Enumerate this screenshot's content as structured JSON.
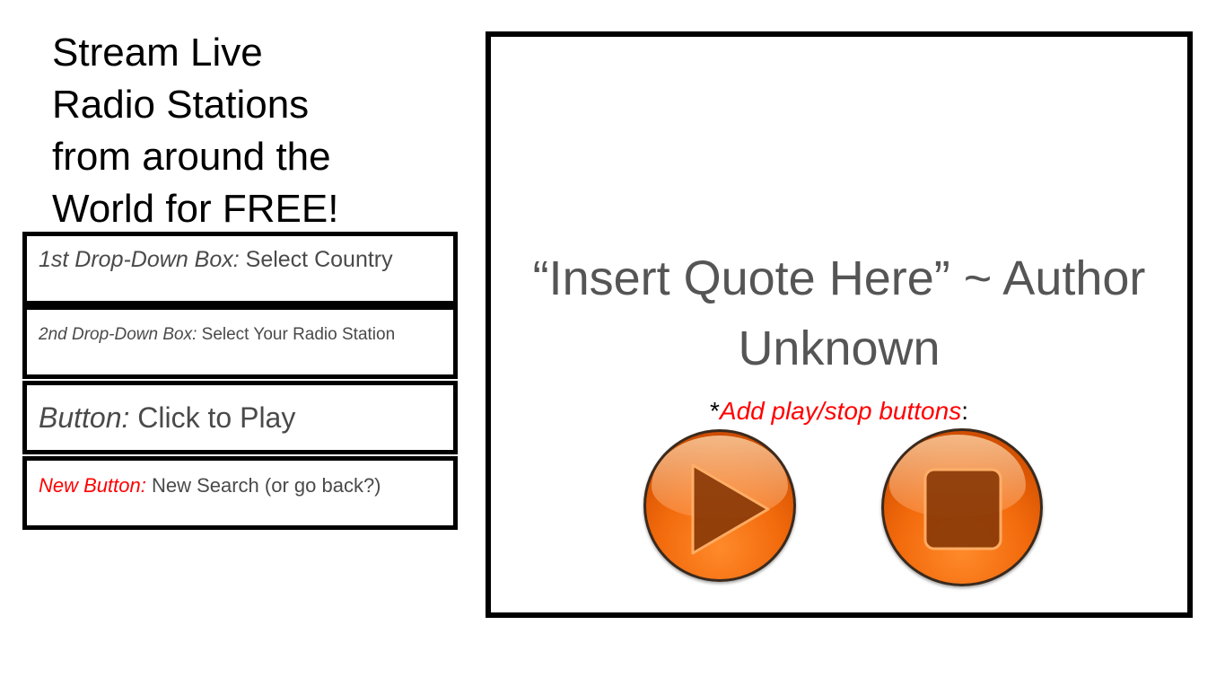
{
  "headline": {
    "lines": [
      "Stream Live",
      "Radio Stations",
      "from around the",
      "World for FREE!"
    ]
  },
  "spec_boxes": [
    {
      "label": "1st Drop-Down Box:",
      "text": " Select Country"
    },
    {
      "label": "2nd Drop-Down Box:",
      "text": " Select Your Radio Station"
    },
    {
      "label": "Button:",
      "text": " Click to Play"
    },
    {
      "label": "New Button:",
      "text": " New Search (or go back?)"
    }
  ],
  "panel": {
    "quote_line1": "“Insert Quote Here” ~ Author",
    "quote_line2": "Unknown",
    "note_prefix": "*",
    "note_text": "Add play/stop buttons",
    "note_suffix": ":",
    "play_icon": "play-icon",
    "stop_icon": "stop-icon"
  },
  "colors": {
    "accent_orange": "#f26a0c",
    "note_red": "#ff0000",
    "quote_gray": "#555555"
  }
}
